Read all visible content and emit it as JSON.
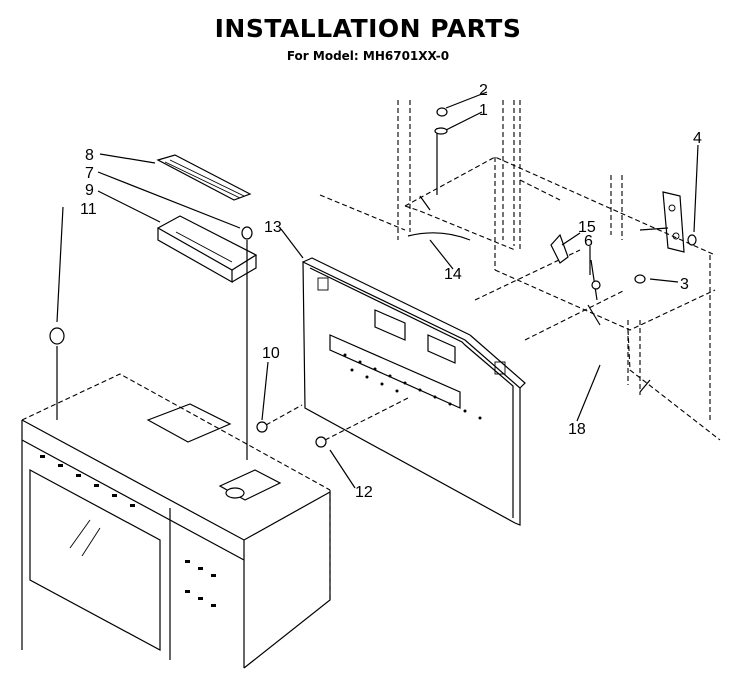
{
  "header": {
    "title": "INSTALLATION PARTS",
    "subtitle": "For Model: MH6701XX-0"
  },
  "callouts": {
    "c1": "1",
    "c2": "2",
    "c3": "3",
    "c4": "4",
    "c6": "6",
    "c7": "7",
    "c8": "8",
    "c9": "9",
    "c10": "10",
    "c11": "11",
    "c12": "12",
    "c13": "13",
    "c14": "14",
    "c15": "15",
    "c18": "18"
  }
}
